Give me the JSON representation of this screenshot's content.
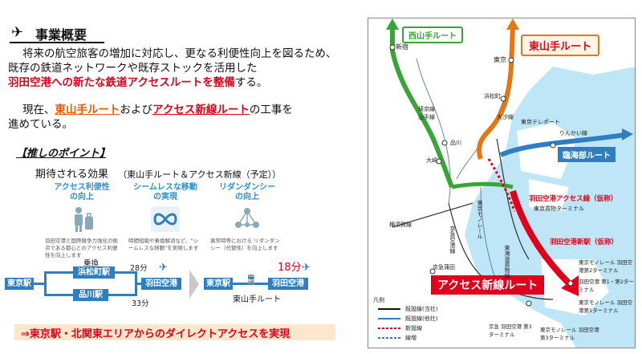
{
  "left": {
    "heading": "事業概要",
    "para1_line1": "将来の航空旅客の増加に対応し、更なる利便性向上を図るため、",
    "para1_line2": "既存の鉄道ネットワークや既存ストックを活用した",
    "para1_line3_red": "羽田空港への新たな鉄道アクセスルートを整備",
    "para1_line3_rest": "する。",
    "para2_prefix": "現在、",
    "para2_route1": "東山手ルート",
    "para2_mid": "および",
    "para2_route2": "アクセス新線ルート",
    "para2_suffix": "の工事を",
    "para2_line2": "進めている。",
    "point_title": "【推しのポイント】",
    "effect_label": "期待される効果",
    "effect_note": "（東山手ルート＆アクセス新線（予定））",
    "columns": [
      {
        "title1": "アクセス利便性",
        "title2": "の向上",
        "text": "羽田空港と国際競争力強化の拠点である都心とのアクセス利便性を向上します"
      },
      {
        "title1": "シームレスな移動",
        "title2": "の実現",
        "text": "時間短縮や乗換解消など、\"シームレスな移動\"を実現します"
      },
      {
        "title1": "リダンダンシー",
        "title2": "の向上",
        "text": "異常時等における リダンダンシー（代替性）を向上します"
      }
    ],
    "diagram_before": {
      "tokyo": "東京駅",
      "transfer": "乗換",
      "hamamatsucho": "浜松町駅",
      "shinagawa": "品川駅",
      "haneda": "羽田空港",
      "time_top": "28分",
      "time_bottom": "33分"
    },
    "diagram_after": {
      "tokyo": "東京駅",
      "haneda": "羽田空港",
      "time": "18分",
      "route": "東山手ルート"
    },
    "banner": "⇒東京駅・北関東エリアからのダイレクトアクセスを実現"
  },
  "map": {
    "route_west": "西山手ルート",
    "route_east": "東山手ルート",
    "route_rinkai": "臨海部ルート",
    "route_access": "アクセス新線ルート",
    "line_access": "羽田空港アクセス線（仮称）",
    "station_new": "羽田空港新駅（仮称）",
    "labels": {
      "shinjuku": "新宿",
      "tokyo": "東京",
      "hamamatsucho": "浜松町",
      "shinagawa": "品川",
      "osaki": "大崎",
      "oshiozaka": "大汐線",
      "tokyo_teleport": "東京テレポート",
      "rinkai": "りんかい線",
      "freight_terminal": "東京貨物ターミナル",
      "yamanote1": "埼京線",
      "yamanote2": "山手線",
      "tokyo_monorail": "東京モノレール",
      "keikyu_airport": "京急空港線",
      "yokohama": "横須賀線",
      "keikyu_kamata": "京急蒲田",
      "haneda_t2": "東京モノレール 羽田空港第2ターミナル",
      "haneda_t12": "羽田空港 第1・第2ターミナル",
      "haneda_t1": "東京モノレール 羽田空港第1ターミナル",
      "keikyu_t3": "京急 羽田空港 第3ターミナル",
      "monorail_t3": "東京モノレール 羽田空港 第3ターミナル",
      "tokaido": "東海道貨物線"
    },
    "legend": {
      "title": "凡例",
      "items": [
        "既設線(当社)",
        "既設線(他社)",
        "新設線",
        "線増"
      ]
    },
    "colors": {
      "west": "#3aa537",
      "east": "#e8760f",
      "rinkai": "#2d7fc1",
      "access": "#e0001b"
    }
  }
}
